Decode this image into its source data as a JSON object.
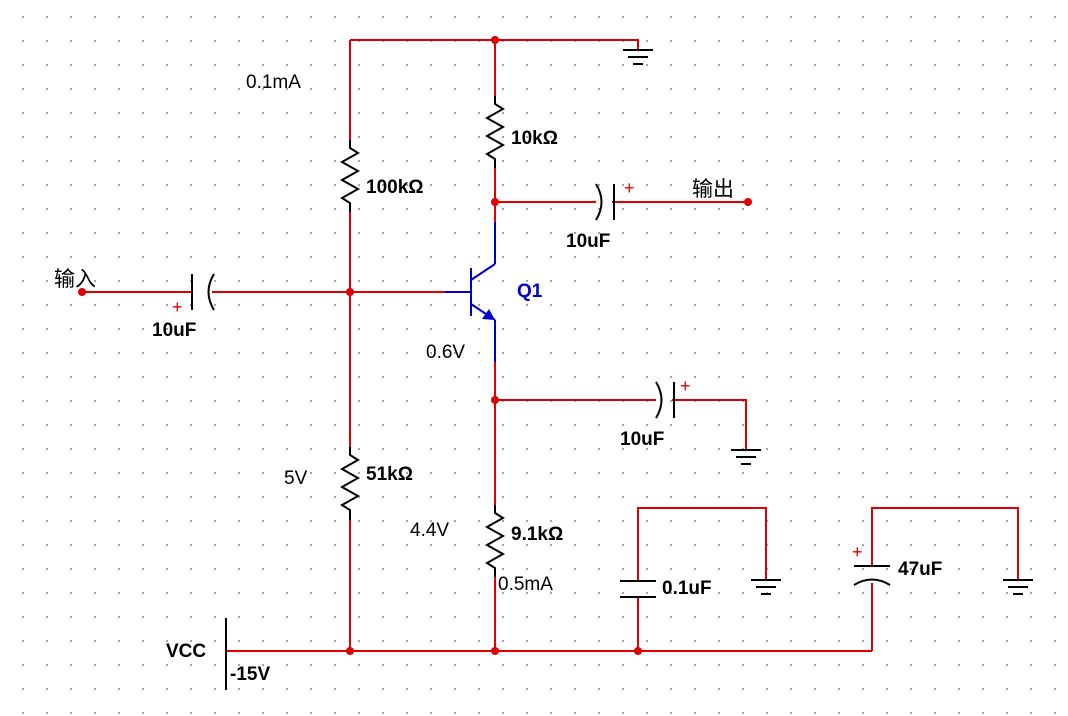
{
  "labels": {
    "input": "输入",
    "output": "输出",
    "transistor": "Q1",
    "vcc": "VCC",
    "vcc_value": "-15V"
  },
  "components": {
    "r_collector": "10kΩ",
    "r_bias_top": "100kΩ",
    "r_bias_bottom": "51kΩ",
    "r_emitter": "9.1kΩ",
    "c_input": "10uF",
    "c_output": "10uF",
    "c_bypass": "10uF",
    "c_decoupling_small": "0.1uF",
    "c_decoupling_large": "47uF"
  },
  "annotations": {
    "bias_current": "0.1mA",
    "vbe": "0.6V",
    "base_voltage": "5V",
    "emitter_voltage": "4.4V",
    "emitter_current": "0.5mA"
  },
  "polarity_mark": "+",
  "colors": {
    "wire": "#e00000",
    "component": "#000000",
    "transistor": "#0000cc",
    "grid_dot": "#9a9a9a"
  }
}
